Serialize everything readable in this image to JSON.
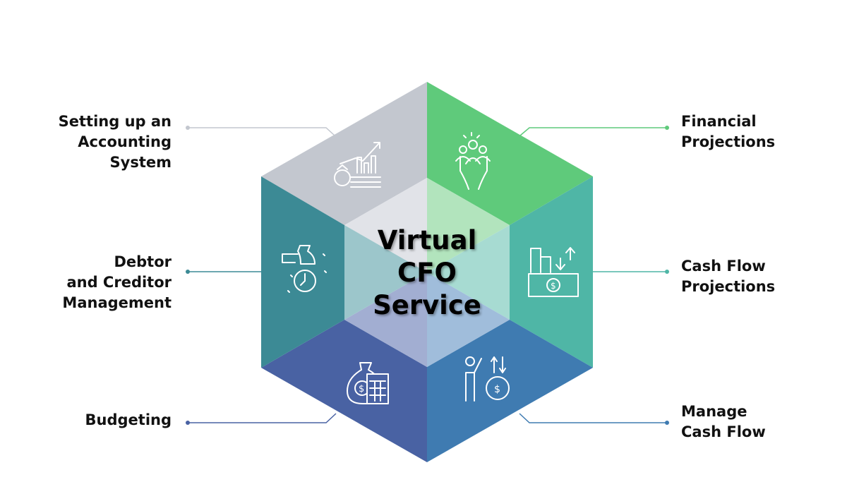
{
  "center_title": [
    "Virtual",
    "CFO",
    "Service"
  ],
  "segments": [
    {
      "label": [
        "Setting up an",
        "Accounting",
        "System"
      ],
      "icon": "money-bag-growth-chart-icon",
      "color": "#c3c7cf",
      "inner_color": "#e1e3e8"
    },
    {
      "label": [
        "Financial",
        "Projections"
      ],
      "icon": "hands-holding-people-icon",
      "color": "#5fca7b",
      "inner_color": "#b2e4bd"
    },
    {
      "label": [
        "Cash Flow",
        "Projections"
      ],
      "icon": "coins-banknote-arrows-icon",
      "color": "#4fb6a6",
      "inner_color": "#a7dbd2"
    },
    {
      "label": [
        "Manage",
        "Cash Flow"
      ],
      "icon": "person-coin-arrows-icon",
      "color": "#3f7bb1",
      "inner_color": "#a0bddb"
    },
    {
      "label": [
        "Budgeting"
      ],
      "icon": "money-bag-calculator-icon",
      "color": "#4962a3",
      "inner_color": "#a2aed2"
    },
    {
      "label": [
        "Debtor",
        "and Creditor",
        "Management"
      ],
      "icon": "hand-money-bag-clock-icon",
      "color": "#3c8a95",
      "inner_color": "#9cc6cb"
    }
  ]
}
